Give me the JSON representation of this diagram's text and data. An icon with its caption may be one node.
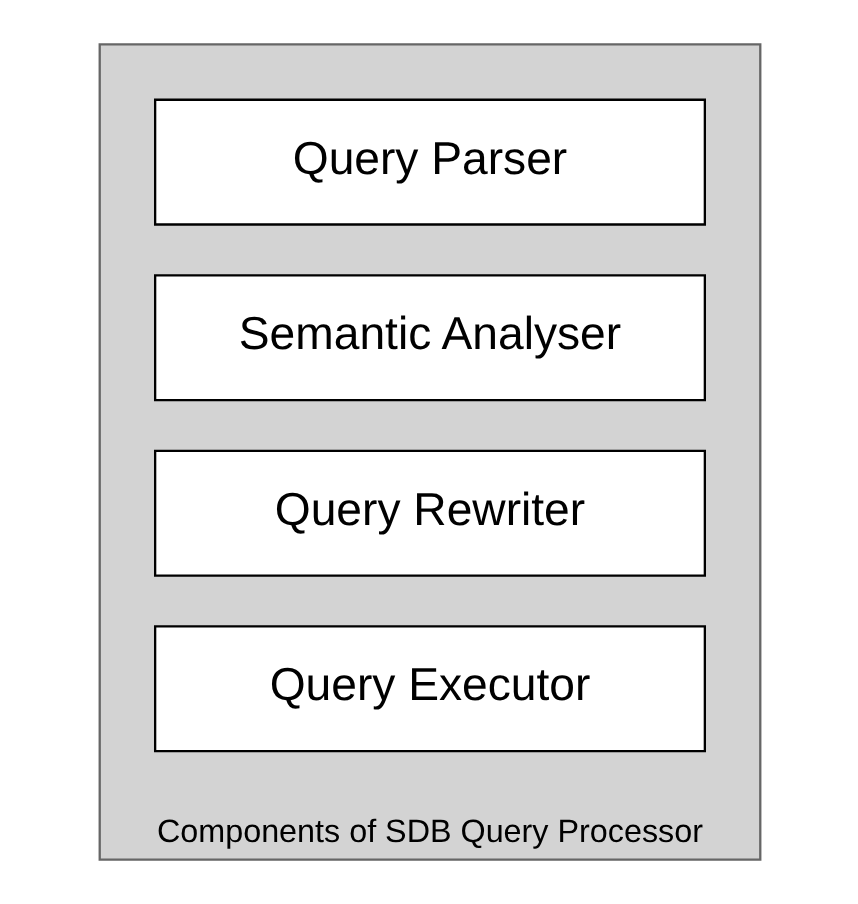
{
  "diagram": {
    "nodes": [
      {
        "text": [
          "Components of SDB Query Processor"
        ]
      },
      {
        "text": [
          "Query Parser"
        ],
        "in": 0
      },
      {
        "text": [
          "Semantic Analyser"
        ],
        "in": 0
      },
      {
        "text": [
          "Query Rewriter"
        ],
        "in": 0
      },
      {
        "text": [
          "Query Executor"
        ],
        "in": 0
      }
    ],
    "edges": []
  }
}
